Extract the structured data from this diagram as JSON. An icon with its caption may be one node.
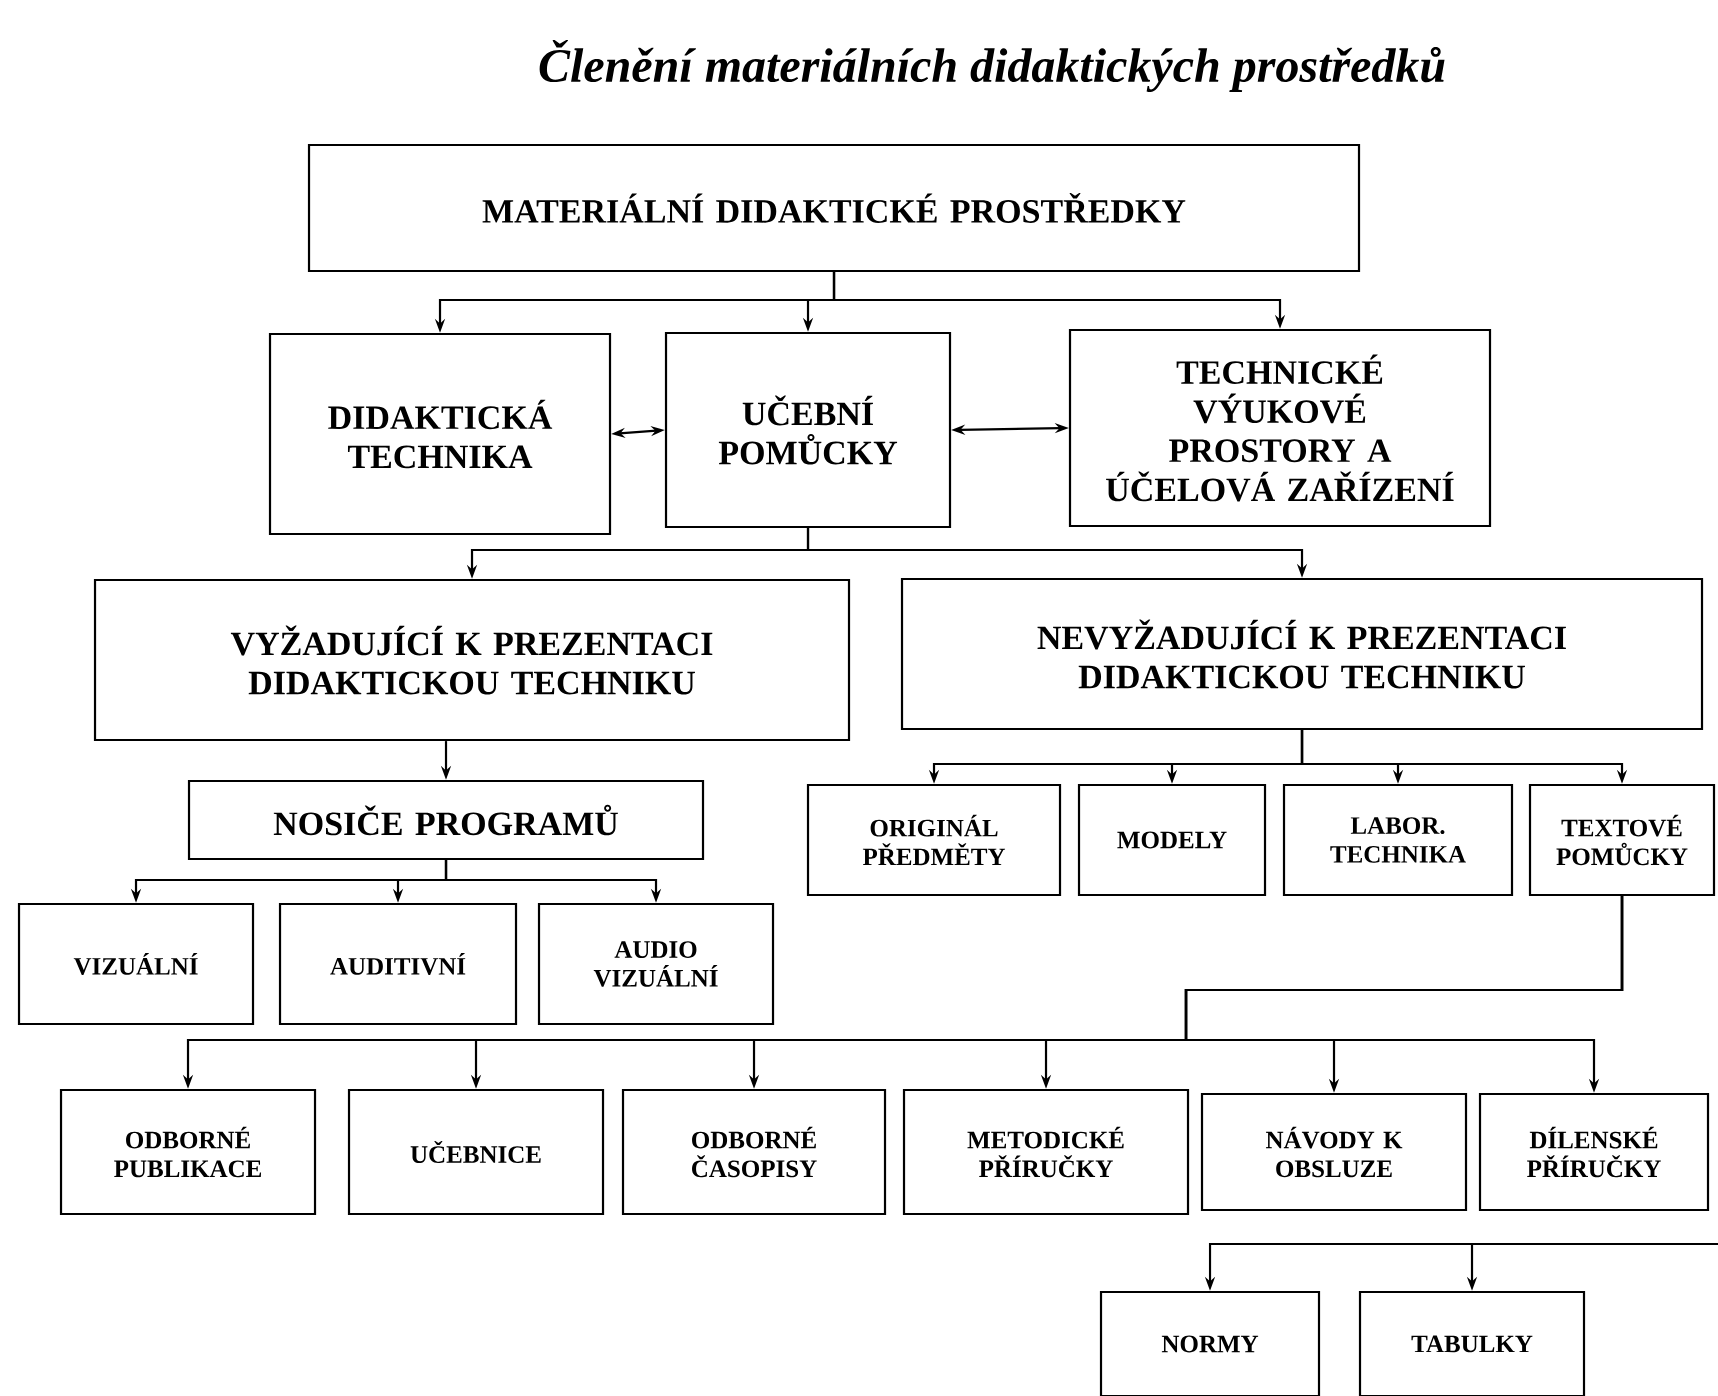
{
  "diagram": {
    "title": "Členění materiálních didaktických prostředků",
    "nodes": [
      {
        "text": [
          "MATERIÁLNÍ DIDAKTICKÉ PROSTŘEDKY"
        ]
      },
      {
        "text": [
          "DIDAKTICKÁ TECHNIKA"
        ]
      },
      {
        "text": [
          "UČEBNÍ POMŮCKY"
        ]
      },
      {
        "text": [
          "TECHNICKÉ VÝUKOVÉ PROSTORY A ÚČELOVÁ ZAŘÍZENÍ"
        ]
      },
      {
        "text": [
          "VYŽADUJÍCÍ K PREZENTACI DIDAKTICKOU TECHNIKU"
        ]
      },
      {
        "text": [
          "NEVYŽADUJÍCÍ K PREZENTACI DIDAKTICKOU TECHNIKU"
        ]
      },
      {
        "text": [
          "NOSIČE PROGRAMŮ"
        ]
      },
      {
        "text": [
          "VIZUÁLNÍ"
        ]
      },
      {
        "text": [
          "AUDITIVNÍ"
        ]
      },
      {
        "text": [
          "AUDIO VIZUÁLNÍ"
        ]
      },
      {
        "text": [
          "ORIGINÁL PŘEDMĚTY"
        ]
      },
      {
        "text": [
          "MODELY"
        ]
      },
      {
        "text": [
          "LABOR. TECHNIKA"
        ]
      },
      {
        "text": [
          "TEXTOVÉ POMŮCKY"
        ]
      },
      {
        "text": [
          "ODBORNÉ PUBLIKACE"
        ]
      },
      {
        "text": [
          "UČEBNICE"
        ]
      },
      {
        "text": [
          "ODBORNÉ ČASOPISY"
        ]
      },
      {
        "text": [
          "METODICKÉ PŘÍRUČKY"
        ]
      },
      {
        "text": [
          "NÁVODY K OBSLUZE"
        ]
      },
      {
        "text": [
          "DÍLENSKÉ PŘÍRUČKY"
        ]
      },
      {
        "text": [
          "NORMY"
        ]
      },
      {
        "text": [
          "TABULKY"
        ]
      }
    ],
    "edges": [
      {
        "from": 0,
        "to": 1,
        "arrow": "to"
      },
      {
        "from": 0,
        "to": 2,
        "arrow": "to"
      },
      {
        "from": 0,
        "to": 3,
        "arrow": "to"
      },
      {
        "from": 1,
        "to": 2,
        "arrow": "both"
      },
      {
        "from": 2,
        "to": 3,
        "arrow": "both"
      },
      {
        "from": 2,
        "to": 4,
        "arrow": "to"
      },
      {
        "from": 2,
        "to": 5,
        "arrow": "to"
      },
      {
        "from": 4,
        "to": 6,
        "arrow": "to"
      },
      {
        "from": 6,
        "to": 7,
        "arrow": "to"
      },
      {
        "from": 6,
        "to": 8,
        "arrow": "to"
      },
      {
        "from": 6,
        "to": 9,
        "arrow": "to"
      },
      {
        "from": 5,
        "to": 10,
        "arrow": "to"
      },
      {
        "from": 5,
        "to": 11,
        "arrow": "to"
      },
      {
        "from": 5,
        "to": 12,
        "arrow": "to"
      },
      {
        "from": 5,
        "to": 13,
        "arrow": "to"
      },
      {
        "from": 13,
        "to": 14,
        "arrow": "to"
      },
      {
        "from": 13,
        "to": 15,
        "arrow": "to"
      },
      {
        "from": 13,
        "to": 16,
        "arrow": "to"
      },
      {
        "from": 13,
        "to": 17,
        "arrow": "to"
      },
      {
        "from": 13,
        "to": 18,
        "arrow": "to"
      },
      {
        "from": 13,
        "to": 19,
        "arrow": "to"
      },
      {
        "from": null,
        "to": 20,
        "arrow": "to"
      },
      {
        "from": null,
        "to": 21,
        "arrow": "to"
      }
    ]
  }
}
